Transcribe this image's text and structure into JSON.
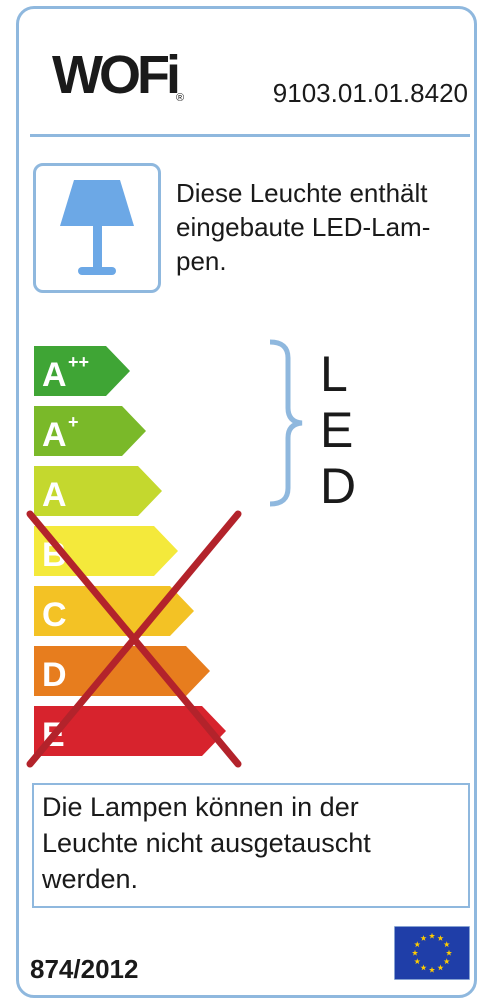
{
  "header": {
    "brand": "WOFi",
    "registered": "®",
    "product_code": "9103.01.01.8420"
  },
  "lamp_info": {
    "icon": "table-lamp-icon",
    "text": "Diese Leuchte enthält eingebaute LED-Lam-pen."
  },
  "energy_scale": {
    "classes": [
      {
        "label": "A",
        "sup": "++",
        "color": "#3fa535"
      },
      {
        "label": "A",
        "sup": "+",
        "color": "#7ab929"
      },
      {
        "label": "A",
        "sup": "",
        "color": "#c4d82e"
      },
      {
        "label": "B",
        "sup": "",
        "color": "#f4e93b"
      },
      {
        "label": "C",
        "sup": "",
        "color": "#f3c225"
      },
      {
        "label": "D",
        "sup": "",
        "color": "#e77d1e"
      },
      {
        "label": "E",
        "sup": "",
        "color": "#d7232d"
      }
    ],
    "included_classes": [
      "A++",
      "A+",
      "A"
    ],
    "bracket_label": [
      "L",
      "E",
      "D"
    ],
    "crossed_out": [
      "B",
      "C",
      "D",
      "E"
    ],
    "cross_color": "#b3232b",
    "bracket_color": "#8fb8de"
  },
  "notice": {
    "text": "Die Lampen können in der Leuchte nicht ausgetauscht werden."
  },
  "footer": {
    "regulation": "874/2012",
    "flag": "eu-flag-icon"
  }
}
